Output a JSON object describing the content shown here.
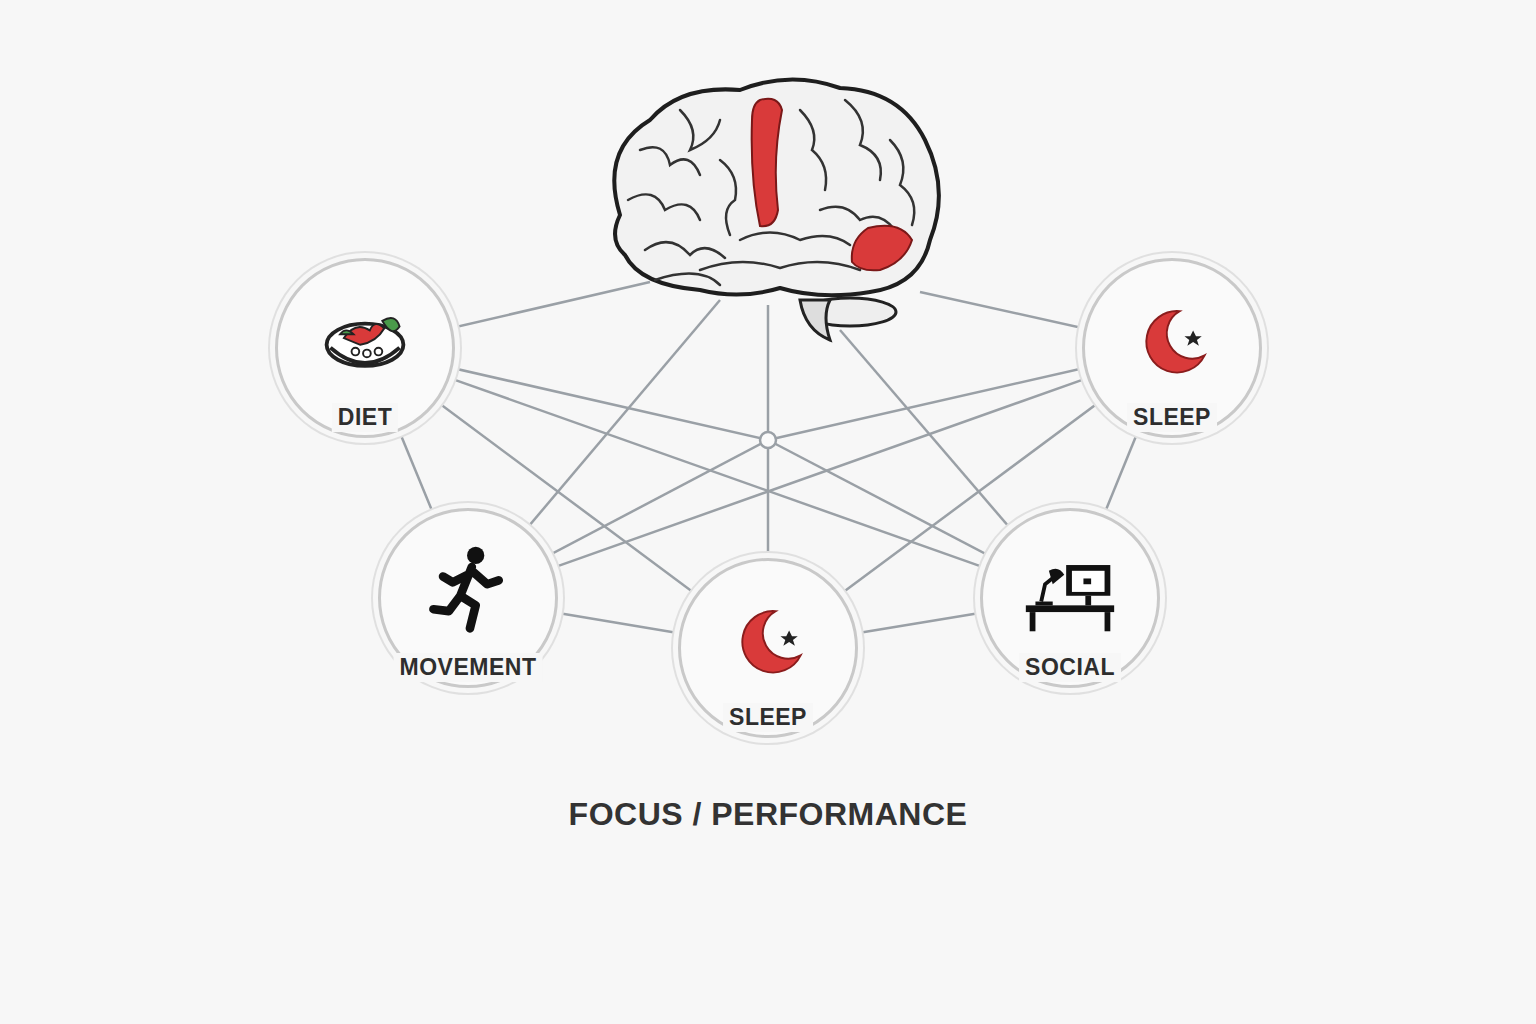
{
  "diagram": {
    "caption": "FOCUS / PERFORMANCE",
    "nodes": [
      {
        "text": [
          "DIET"
        ]
      },
      {
        "text": [
          "SLEEP"
        ]
      },
      {
        "text": [
          "MOVEMENT"
        ]
      },
      {
        "text": [
          "SLEEP"
        ]
      },
      {
        "text": [
          "SOCIAL"
        ]
      }
    ],
    "edges": [
      {
        "from": 0,
        "to": 2,
        "arrow": "none"
      },
      {
        "from": 2,
        "to": 3,
        "arrow": "none"
      },
      {
        "from": 3,
        "to": 4,
        "arrow": "none"
      },
      {
        "from": 4,
        "to": 1,
        "arrow": "none"
      },
      {
        "from": 0,
        "to": 4,
        "arrow": "none"
      },
      {
        "from": 1,
        "to": 2,
        "arrow": "none"
      }
    ]
  }
}
